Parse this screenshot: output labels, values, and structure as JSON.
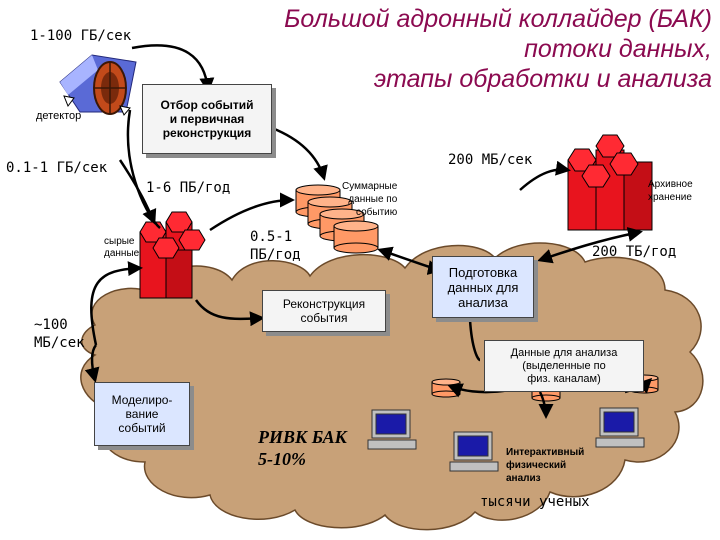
{
  "title": {
    "line1": "Большой адронный коллайдер (БАК)",
    "line2": "потоки данных,",
    "line3": "этапы обработки и анализа"
  },
  "rates": {
    "detector_rate": "1-100 ГБ/сек",
    "trigger_rate": "0.1-1 ГБ/сек",
    "raw_per_year": "1-6 ПБ/год",
    "summary_rate": "0.5-1\nПБ/год",
    "archive_rate": "200 МБ/сек",
    "archive_year": "200 ТБ/год",
    "sim_rate": "~100\nМБ/сек"
  },
  "labels": {
    "detector": "детектор",
    "raw_data": "сырые\nданные",
    "summary_data": "Суммарные\nданные по\nсобытию",
    "archive": "Архивное\nхранение",
    "analysis_data": "Данные для анализа\n(выделенные по\nфиз. каналам)",
    "interactive": "Интерактивный\nфизический\nанализ",
    "scientists": "тысячи ученых",
    "grid": "РИВК БАК\n5-10%"
  },
  "boxes": {
    "selection": "Отбор событий\nи первичная\nреконструкция",
    "reconstruction": "Реконструкция\nсобытия",
    "preparation": "Подготовка\nданных для\nанализа",
    "simulation": "Моделиро-\nвание\nсобытий"
  },
  "colors": {
    "title": "#8b0a50",
    "cloud": "#c8a178",
    "red": "#e8141e",
    "disk": "#ff9966",
    "box_blue": "#dbe6ff"
  }
}
